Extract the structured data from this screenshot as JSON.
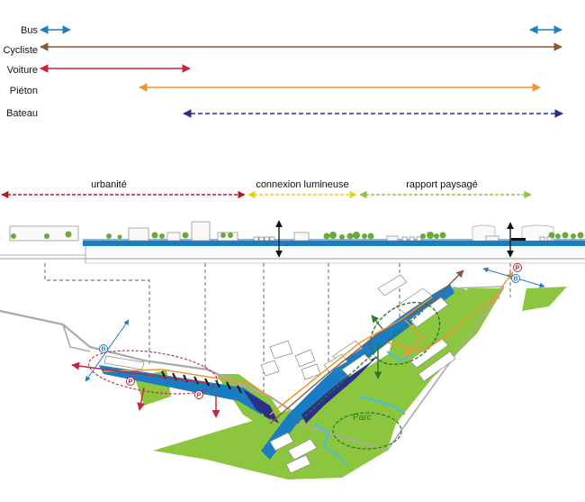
{
  "legend": {
    "modes": [
      {
        "label": "Bus",
        "color": "#1f7fc2",
        "dashed": false
      },
      {
        "label": "Cycliste",
        "color": "#8b5a3c",
        "dashed": false
      },
      {
        "label": "Voiture",
        "color": "#c8243a",
        "dashed": false
      },
      {
        "label": "Piéton",
        "color": "#f0962e",
        "dashed": false
      },
      {
        "label": "Bateau",
        "color": "#2b2f86",
        "dashed": true
      }
    ]
  },
  "zones": [
    {
      "label": "urbanité",
      "color": "#b01e2e"
    },
    {
      "label": "connexion lumineuse",
      "color": "#e8d21a"
    },
    {
      "label": "rapport paysagé",
      "color": "#8cc63f"
    }
  ],
  "map": {
    "parc_label": "Parc",
    "parking_letter": "P",
    "bus_letter": "B"
  },
  "colors": {
    "water": "#1a7dc4",
    "green": "#8cc63f",
    "dark_green": "#2a7a2a"
  }
}
